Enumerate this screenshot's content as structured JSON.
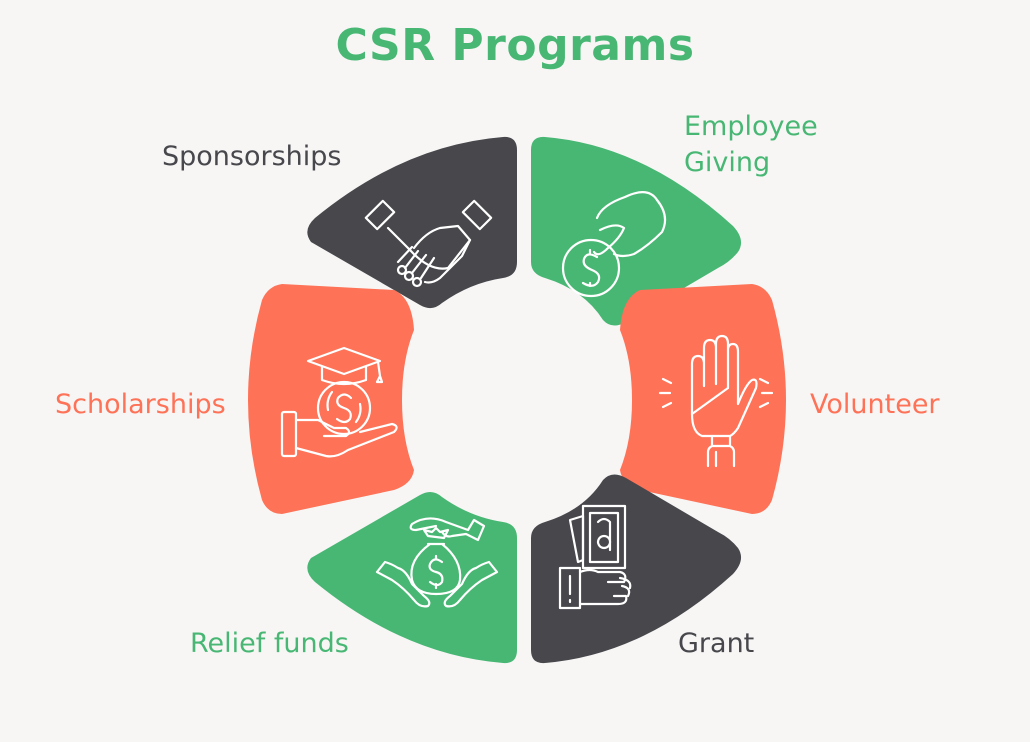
{
  "title": "CSR Programs",
  "colors": {
    "green": "#48b774",
    "dark": "#47474c",
    "coral": "#fe7257",
    "background": "#f7f6f5",
    "icon_stroke": "#ffffff"
  },
  "segments": [
    {
      "label": "Sponsorships",
      "color": "dark",
      "icon": "handshake-icon"
    },
    {
      "label_line1": "Employee",
      "label_line2": "Giving",
      "label": "Employee Giving",
      "color": "green",
      "icon": "hand-giving-coin-icon"
    },
    {
      "label": "Volunteer",
      "color": "coral",
      "icon": "raised-hand-icon"
    },
    {
      "label": "Grant",
      "color": "dark",
      "icon": "hand-holding-money-icon"
    },
    {
      "label": "Relief funds",
      "color": "green",
      "icon": "money-bag-hands-icon"
    },
    {
      "label": "Scholarships",
      "color": "coral",
      "icon": "graduation-coin-hand-icon"
    }
  ]
}
